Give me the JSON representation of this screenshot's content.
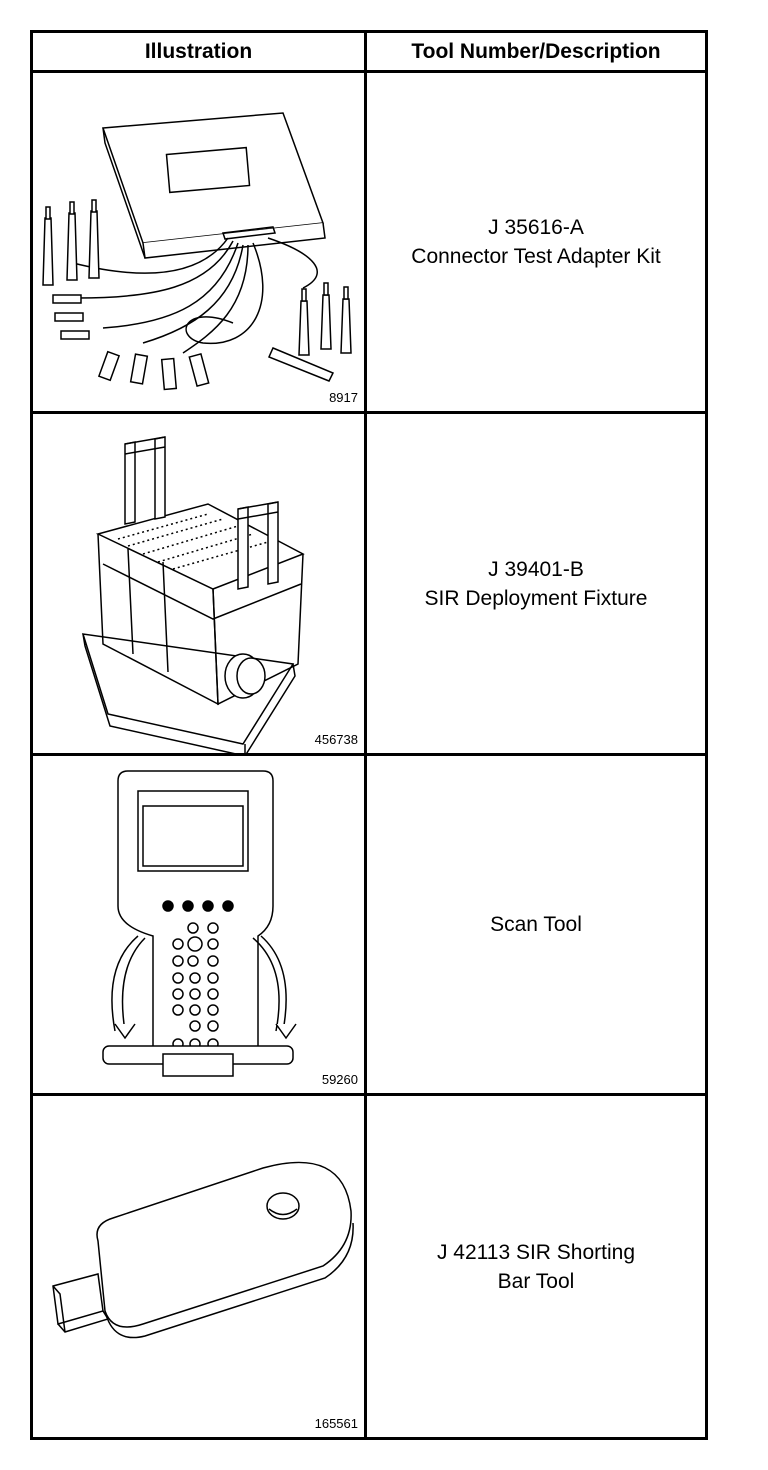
{
  "table": {
    "header": {
      "illustration": "Illustration",
      "tool": "Tool Number/Description"
    },
    "rows": [
      {
        "figure_number": "8917",
        "icon": "connector-test-adapter-kit-illustration",
        "lines": [
          "J 35616-A",
          "Connector Test Adapter Kit"
        ]
      },
      {
        "figure_number": "456738",
        "icon": "sir-deployment-fixture-illustration",
        "lines": [
          "J 39401-B",
          "SIR Deployment Fixture"
        ]
      },
      {
        "figure_number": "59260",
        "icon": "scan-tool-illustration",
        "lines": [
          "Scan Tool"
        ]
      },
      {
        "figure_number": "165561",
        "icon": "shorting-bar-tool-illustration",
        "lines": [
          "J 42113 SIR Shorting",
          "Bar Tool"
        ]
      }
    ]
  }
}
